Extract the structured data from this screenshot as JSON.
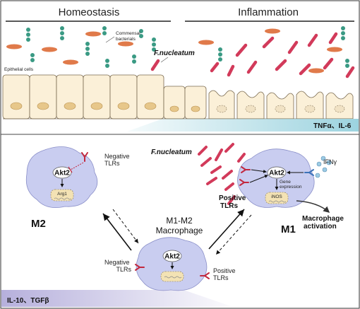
{
  "top_panel": {
    "homeostasis_title": "Homeostasis",
    "inflammation_title": "Inflammation",
    "commensal_label": "Commensal\nbacterials",
    "fnucleatum_label": "F.nucleatum",
    "epithelial_label": "Epithelial cells",
    "cytokine_band_label": "TNFα、IL-6"
  },
  "bottom_panel": {
    "fnucleatum_label": "F.nucleatum",
    "cytokine_band_label": "IL-10、TGFβ",
    "center_label_line1": "M1-M2",
    "center_label_line2": "Macrophage",
    "m2": {
      "label": "M2",
      "akt_label": "Akt2",
      "arg1_label": "Arg1",
      "receptor_label": "Negative\nTLRs"
    },
    "m1": {
      "label": "M1",
      "akt_label": "Akt2",
      "inos_label": "iNOS",
      "gene_expression_label": "Gene\nexpression",
      "ifn_label": "IFNγ",
      "receptor_label": "Positive\nTLRs",
      "activation_label": "Macrophage\nactivation"
    },
    "center_cell": {
      "akt_label": "Akt2",
      "negative_label": "Negative\nTLRs",
      "positive_label": "Positive\nTLRs"
    }
  },
  "colors": {
    "commensal_green": "#3a9a84",
    "commensal_orange": "#e07a4a",
    "fnucleatum_red": "#d23a5a",
    "epithelium_fill": "#fbf0d8",
    "nucleus_fill": "#e7c78a",
    "band_blue": "#9cd3df",
    "band_lavender": "#b6b0dc",
    "cell_fill": "#c9cdf0",
    "tlr_red": "#c2283e",
    "tlr_blue": "#3c72b8",
    "ifn_blue": "#9ccbe4"
  }
}
